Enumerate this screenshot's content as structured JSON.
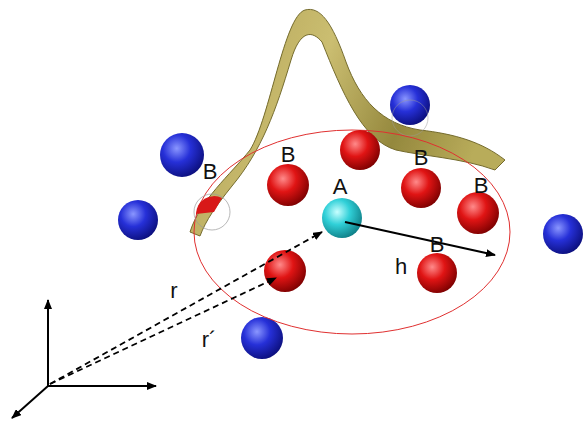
{
  "diagram": {
    "labels": [
      "B",
      "B",
      "B",
      "A",
      "B",
      "B",
      "h",
      "r",
      "r´"
    ]
  }
}
